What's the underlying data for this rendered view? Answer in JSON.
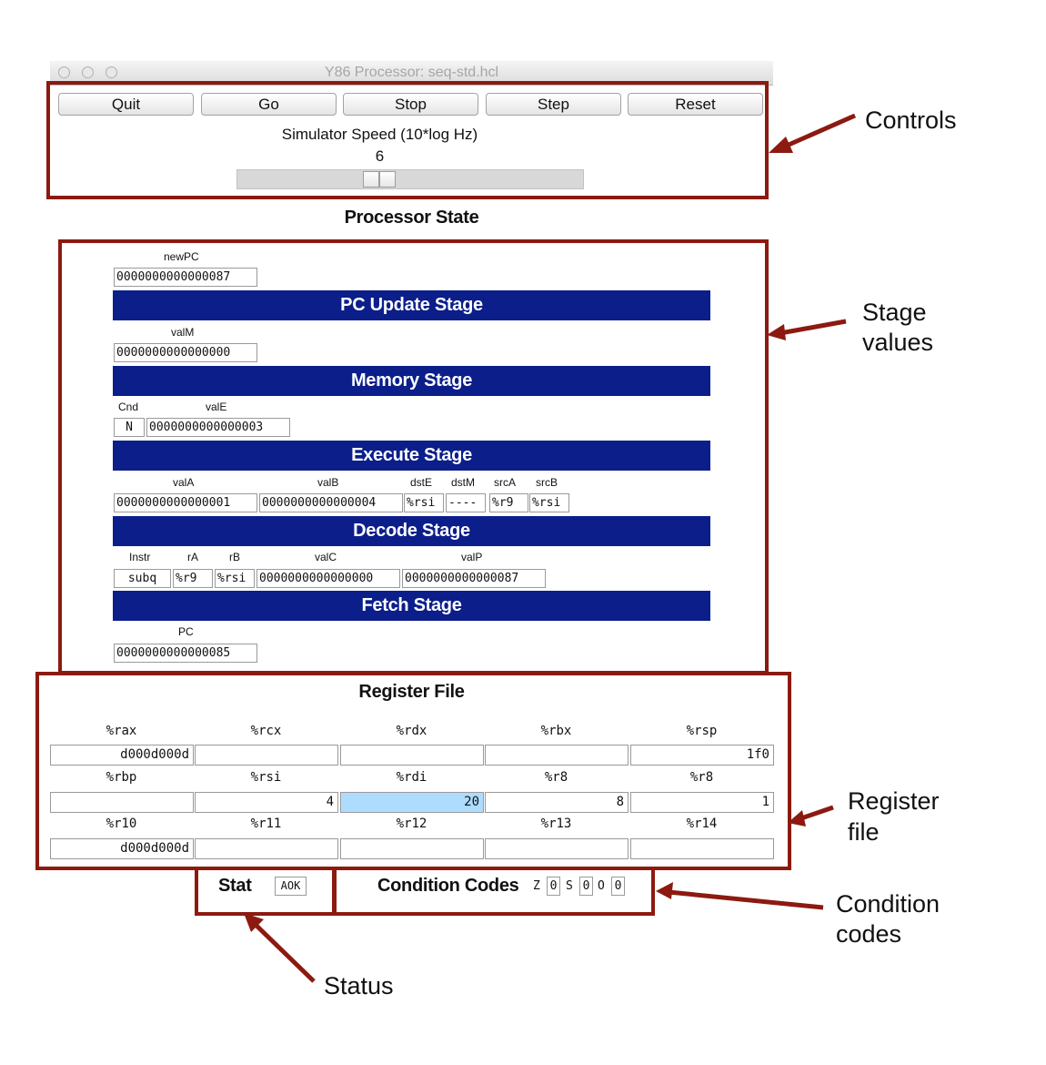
{
  "window": {
    "title": "Y86 Processor: seq-std.hcl"
  },
  "controls": {
    "buttons": [
      "Quit",
      "Go",
      "Stop",
      "Step",
      "Reset"
    ],
    "speed_label": "Simulator Speed (10*log Hz)",
    "speed_value": "6",
    "speed_slider_fraction": 0.4
  },
  "processor_state": {
    "title": "Processor State",
    "pc_update": {
      "stage_label": "PC Update Stage",
      "newPC_label": "newPC",
      "newPC": "0000000000000087"
    },
    "memory": {
      "stage_label": "Memory Stage",
      "valM_label": "valM",
      "valM": "0000000000000000"
    },
    "execute": {
      "stage_label": "Execute Stage",
      "Cnd_label": "Cnd",
      "Cnd": "N",
      "valE_label": "valE",
      "valE": "0000000000000003"
    },
    "decode": {
      "stage_label": "Decode Stage",
      "valA_label": "valA",
      "valA": "0000000000000001",
      "valB_label": "valB",
      "valB": "0000000000000004",
      "dstE_label": "dstE",
      "dstE": "%rsi",
      "dstM_label": "dstM",
      "dstM": "----",
      "srcA_label": "srcA",
      "srcA": "%r9",
      "srcB_label": "srcB",
      "srcB": "%rsi"
    },
    "fetch": {
      "stage_label": "Fetch Stage",
      "Instr_label": "Instr",
      "Instr": "subq",
      "rA_label": "rA",
      "rA": "%r9",
      "rB_label": "rB",
      "rB": "%rsi",
      "valC_label": "valC",
      "valC": "0000000000000000",
      "valP_label": "valP",
      "valP": "0000000000000087",
      "PC_label": "PC",
      "PC": "0000000000000085"
    }
  },
  "register_file": {
    "title": "Register File",
    "registers": [
      {
        "name": "%rax",
        "value": "d000d000d"
      },
      {
        "name": "%rcx",
        "value": ""
      },
      {
        "name": "%rdx",
        "value": ""
      },
      {
        "name": "%rbx",
        "value": ""
      },
      {
        "name": "%rsp",
        "value": "1f0"
      },
      {
        "name": "%rbp",
        "value": ""
      },
      {
        "name": "%rsi",
        "value": "4"
      },
      {
        "name": "%rdi",
        "value": "20",
        "highlighted": true
      },
      {
        "name": "%r8",
        "value": "8"
      },
      {
        "name": "%r8",
        "value": "1"
      },
      {
        "name": "%r10",
        "value": "d000d000d"
      },
      {
        "name": "%r11",
        "value": ""
      },
      {
        "name": "%r12",
        "value": ""
      },
      {
        "name": "%r13",
        "value": ""
      },
      {
        "name": "%r14",
        "value": ""
      }
    ],
    "highlight_color": "#aedcff"
  },
  "status": {
    "label": "Stat",
    "value": "AOK"
  },
  "condition_codes": {
    "label": "Condition Codes",
    "codes": [
      {
        "name": "Z",
        "value": "0"
      },
      {
        "name": "S",
        "value": "0"
      },
      {
        "name": "O",
        "value": "0"
      }
    ]
  },
  "annotations": {
    "controls": "Controls",
    "stage_values": [
      "Stage",
      "values"
    ],
    "register_file": [
      "Register",
      "file"
    ],
    "condition_codes": [
      "Condition",
      "codes"
    ],
    "status": "Status"
  },
  "colors": {
    "stage_banner": "#0b1e8a",
    "annotation_box": "#8c1a10"
  }
}
